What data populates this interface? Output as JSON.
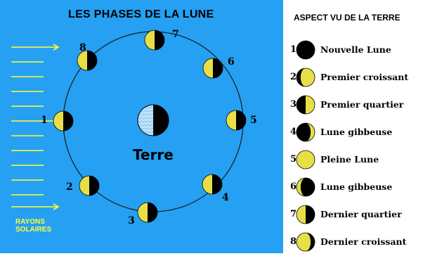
{
  "title": "LES PHASES DE LA LUNE",
  "earth_label": "Terre",
  "sun_rays_label": "RAYONS SOLAIRES",
  "colors": {
    "background": "#25a0f2",
    "moon_lit": "#e8df48",
    "moon_dark": "#000000",
    "rays": "#ffff33",
    "earth_sea": "#9fd3f5"
  },
  "orbit_positions": [
    "1",
    "2",
    "3",
    "4",
    "5",
    "6",
    "7",
    "8"
  ],
  "legend": {
    "title": "ASPECT VU DE LA TERRE",
    "items": [
      {
        "num": "1",
        "label": "Nouvelle  Lune",
        "icon": "new-moon-icon"
      },
      {
        "num": "2",
        "label": "Premier croissant",
        "icon": "waxing-crescent-icon"
      },
      {
        "num": "3",
        "label": "Premier quartier",
        "icon": "first-quarter-icon"
      },
      {
        "num": "4",
        "label": "Lune gibbeuse",
        "icon": "waxing-gibbous-icon"
      },
      {
        "num": "5",
        "label": "Pleine Lune",
        "icon": "full-moon-icon"
      },
      {
        "num": "6",
        "label": "Lune gibbeuse",
        "icon": "waning-gibbous-icon"
      },
      {
        "num": "7",
        "label": "Dernier quartier",
        "icon": "last-quarter-icon"
      },
      {
        "num": "8",
        "label": "Dernier croissant",
        "icon": "waning-crescent-icon"
      }
    ]
  }
}
